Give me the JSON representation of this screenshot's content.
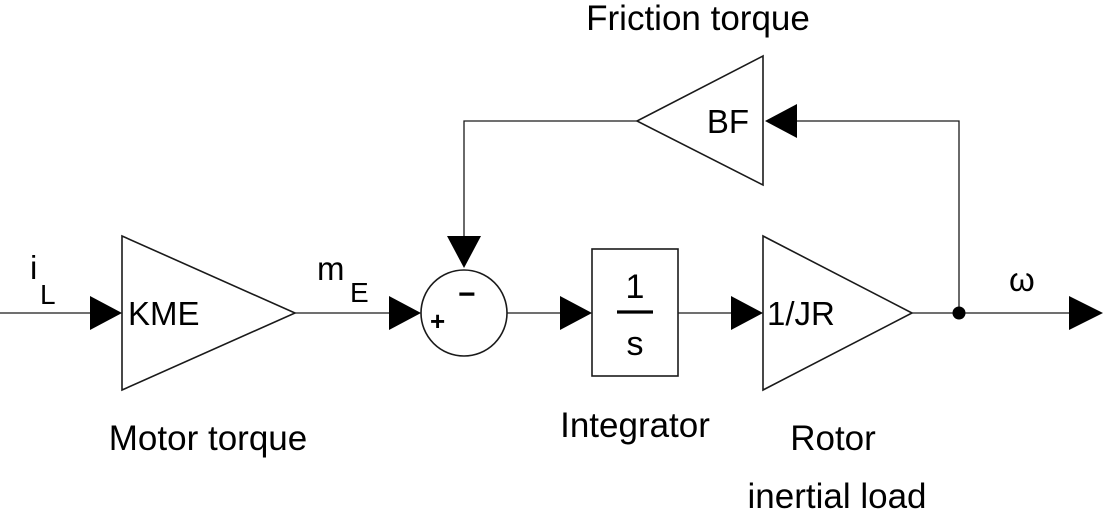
{
  "signals": {
    "input": {
      "main": "i",
      "sub": "L"
    },
    "motor_out": {
      "main": "m",
      "sub": "E"
    },
    "output": "ω"
  },
  "blocks": {
    "motor_gain": {
      "value": "KME",
      "caption": "Motor torque"
    },
    "sum": {
      "plus": "+",
      "minus": "−"
    },
    "integrator": {
      "numerator": "1",
      "denominator": "s",
      "caption": "Integrator"
    },
    "rotor_gain": {
      "value": "1/JR",
      "caption_line1": "Rotor",
      "caption_line2": "inertial load"
    },
    "friction_gain": {
      "value": "BF",
      "caption": "Friction torque"
    }
  }
}
